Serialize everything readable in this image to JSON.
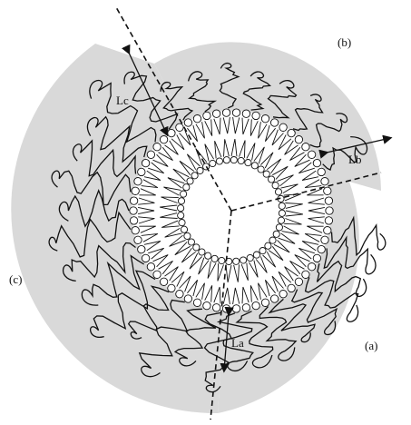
{
  "labels": {
    "region_a": "(a)",
    "region_b": "(b)",
    "region_c": "(c)",
    "length_a": "La",
    "length_b": "Lb",
    "length_c": "Lc"
  },
  "colors": {
    "background": "#ffffff",
    "corona_shading": "#d9d9d9",
    "line": "#111111",
    "head_fill": "#ffffff"
  }
}
